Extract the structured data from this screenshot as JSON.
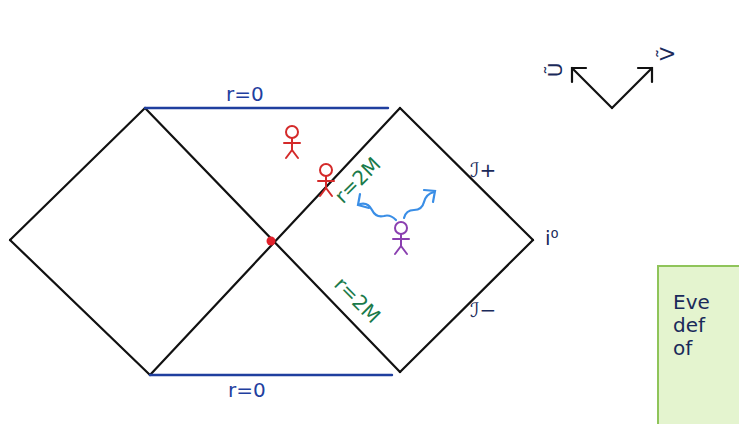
{
  "diagram": {
    "nodes": [
      {
        "text": [
          "Eve def of"
        ]
      }
    ],
    "edges": [],
    "labels": [
      "r=0",
      "r=0",
      "r=2M",
      "r=2M",
      "ℐ+",
      "ℐ−",
      "i⁰",
      "Ũ",
      "Ṽ"
    ]
  }
}
